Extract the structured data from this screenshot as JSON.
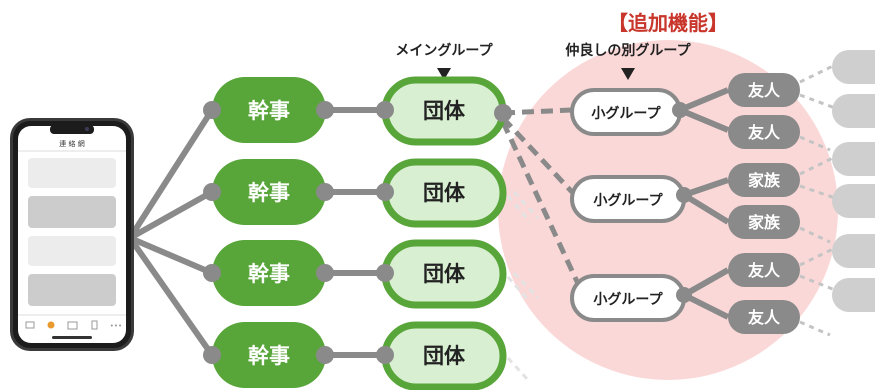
{
  "feature_tag": "【追加機能】",
  "main_group_label": "メイングループ",
  "friend_group_label": "仲良しの別グループ",
  "phone": {
    "title": "連 絡 網",
    "bottom_icons": [
      "mail-icon",
      "chat-icon",
      "calendar-icon",
      "document-icon",
      "more-icon"
    ]
  },
  "leaders": [
    "幹事",
    "幹事",
    "幹事",
    "幹事"
  ],
  "groups": [
    "団体",
    "団体",
    "団体",
    "団体"
  ],
  "subgroups": [
    "小グループ",
    "小グループ",
    "小グループ"
  ],
  "members": [
    "友人",
    "友人",
    "家族",
    "家族",
    "友人",
    "友人"
  ],
  "colors": {
    "green": "#58a53a",
    "light_green": "#d9efd2",
    "gray": "#8a8a8a",
    "light_gray": "#cfcfcf",
    "pink": "#fbd8d8",
    "accent_red": "#c8352a"
  }
}
